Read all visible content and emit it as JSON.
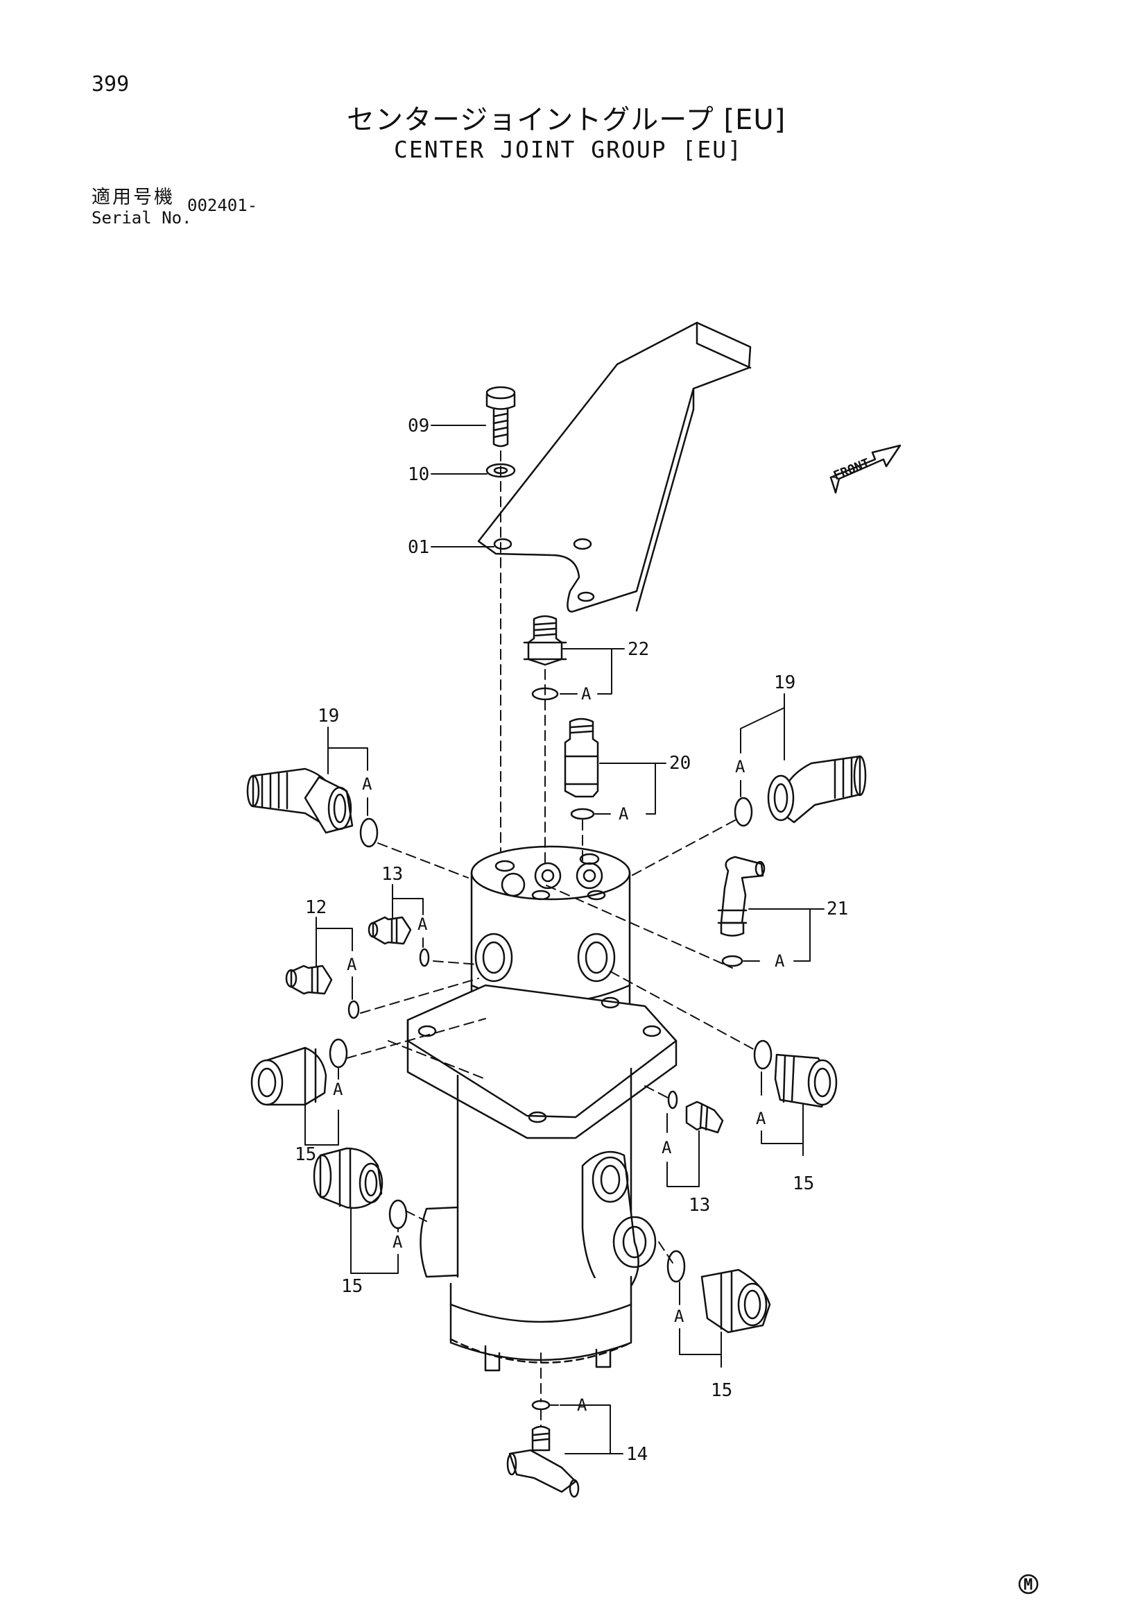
{
  "header": {
    "page_number": "399",
    "title_jp": "センタージョイントグループ [EU]",
    "title_en": "CENTER JOINT GROUP [EU]",
    "serial_label_jp": "適用号機",
    "serial_label_en": "Serial No.",
    "serial_value": "002401-"
  },
  "diagram": {
    "front_label": "FRONT",
    "callouts": {
      "c09": "09",
      "c10": "10",
      "c01": "01",
      "c22": "22",
      "c20": "20",
      "c21": "21",
      "c19_left": "19",
      "c19_right": "19",
      "c13_left": "13",
      "c13_right": "13",
      "c12": "12",
      "c15_a": "15",
      "c15_b": "15",
      "c15_c": "15",
      "c15_d": "15",
      "c14": "14"
    },
    "a_marker": "A",
    "footer_mark": "M"
  }
}
